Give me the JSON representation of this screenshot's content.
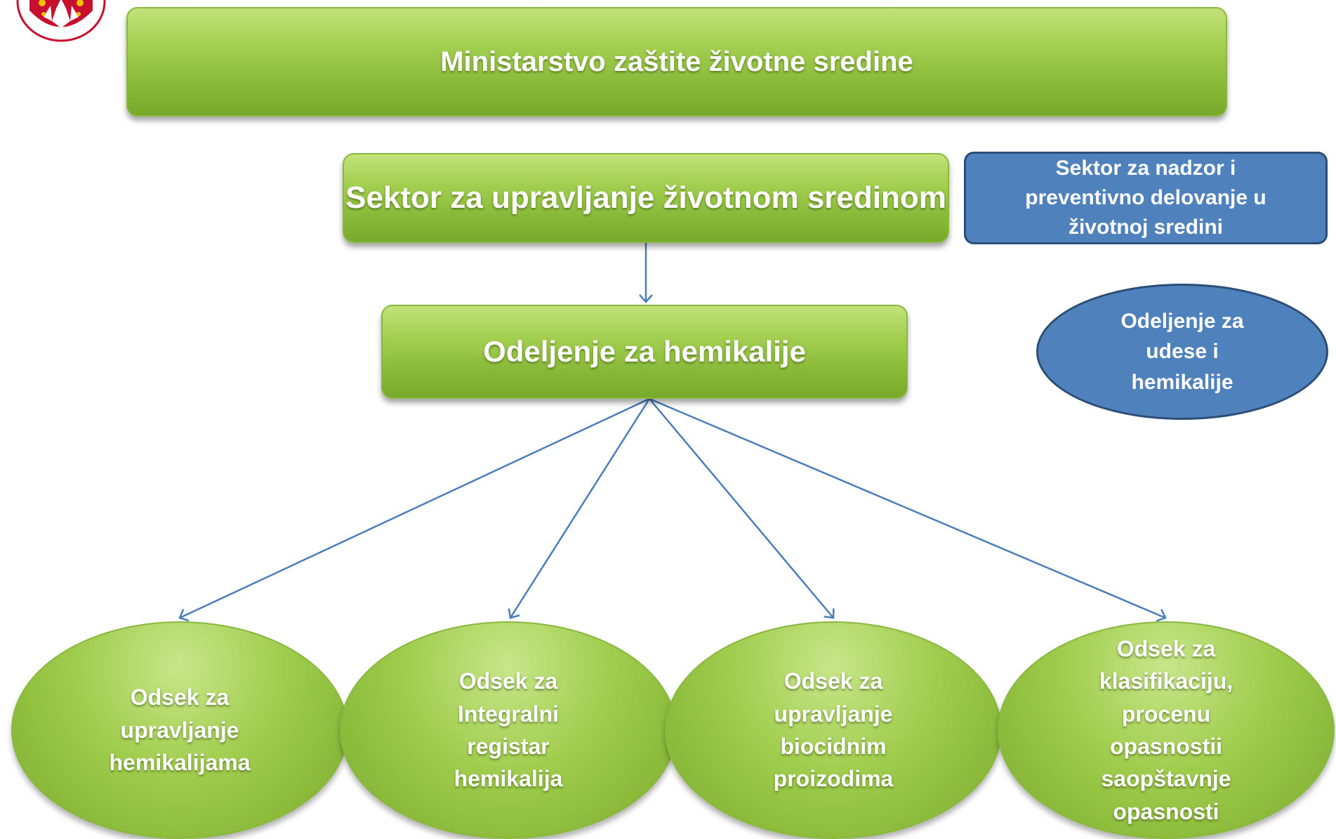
{
  "diagram": {
    "ministry": {
      "label": "Ministarstvo zaštite životne sredine"
    },
    "sector": {
      "label": "Sektor za upravljanje životnom sredinom"
    },
    "department": {
      "label": "Odeljenje za hemikalije"
    },
    "sector_blue": {
      "label": "Sektor za nadzor i\npreventivno delovanje u\nživotnoj sredini"
    },
    "department_blue": {
      "label": "Odeljenje za\nudese i\nhemikalije"
    },
    "subunits": [
      {
        "label": "Odsek za\nupravljanje\nhemikalijama"
      },
      {
        "label": "Odsek za\nIntegralni\nregistar\nhemikalija"
      },
      {
        "label": "Odsek za\nupravljanje\nbiocidnim\nproizodima"
      },
      {
        "label": "Odsek za\nklasifikaciju,\nprocenu\nopasnostii\nsaopštavnje\nopasnosti"
      }
    ]
  },
  "colors": {
    "green_fill": "#9bc94a",
    "green_border": "#8ab83f",
    "blue_fill": "#4f81bd",
    "blue_border": "#2c4d75",
    "connector": "#4a7ebb",
    "text": "#ffffff"
  },
  "logo": {
    "icon": "serbian-coat-of-arms-icon"
  }
}
